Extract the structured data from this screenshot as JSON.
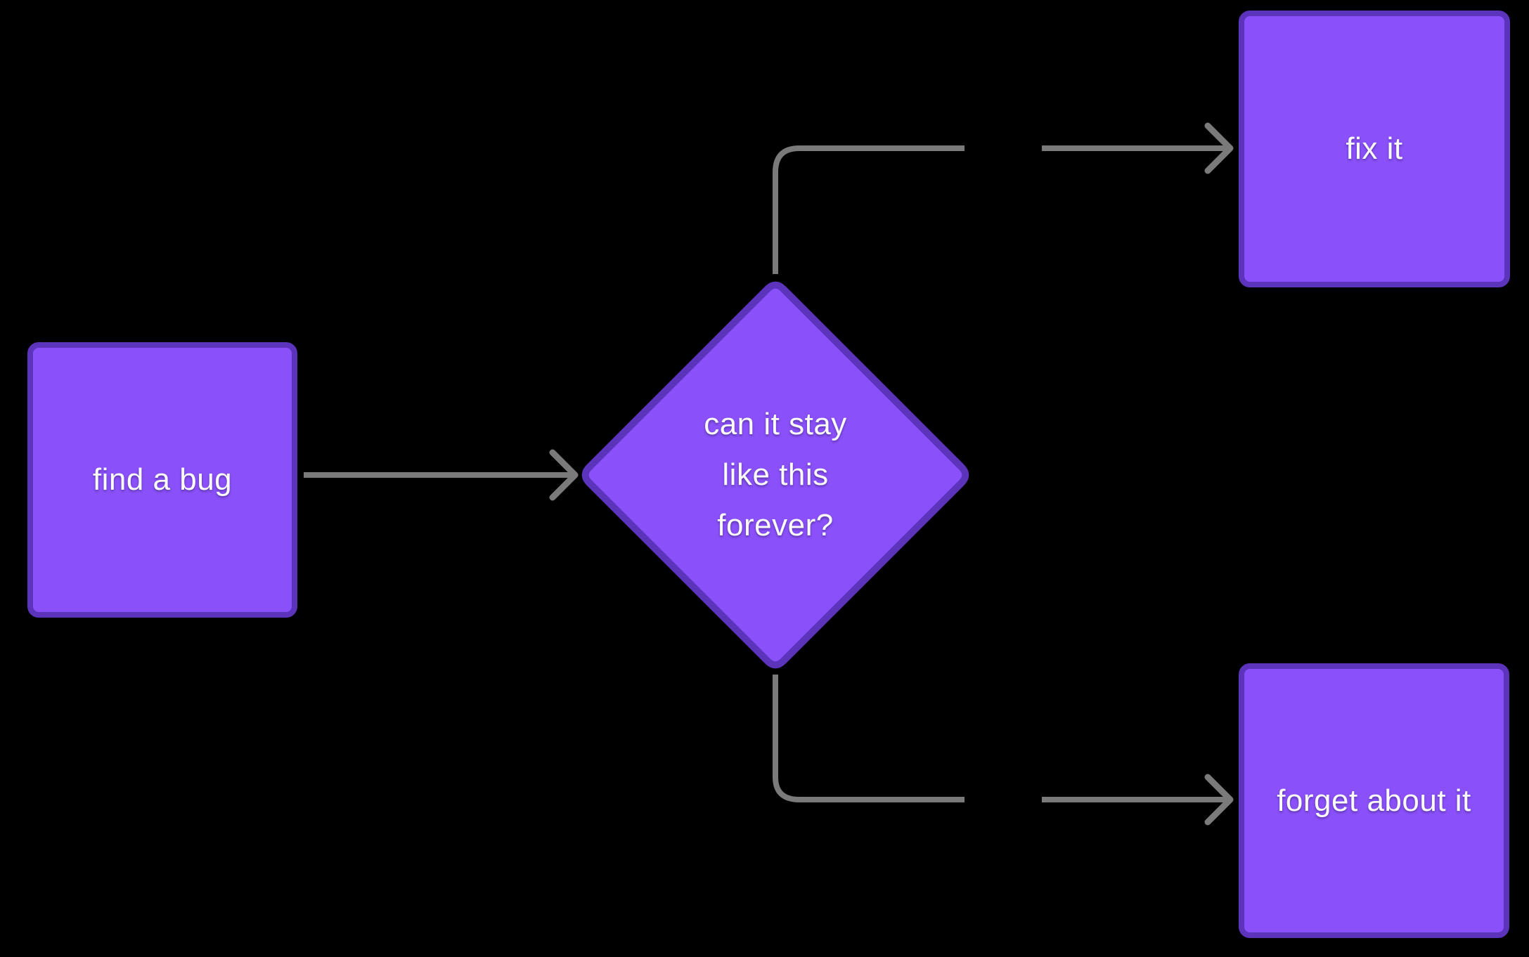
{
  "colors": {
    "background": "#000000",
    "node_fill": "#8a50fa",
    "node_border": "#5c33bb",
    "arrow": "#7a7a7a",
    "label_text": "#fbfbfb"
  },
  "nodes": {
    "start": {
      "label": "find a bug"
    },
    "decision": {
      "label": "can it stay like this forever?",
      "line1": "can it stay",
      "line2": "like this",
      "line3": "forever?"
    },
    "fix": {
      "label": "fix it"
    },
    "forget": {
      "label": "forget about it"
    }
  }
}
